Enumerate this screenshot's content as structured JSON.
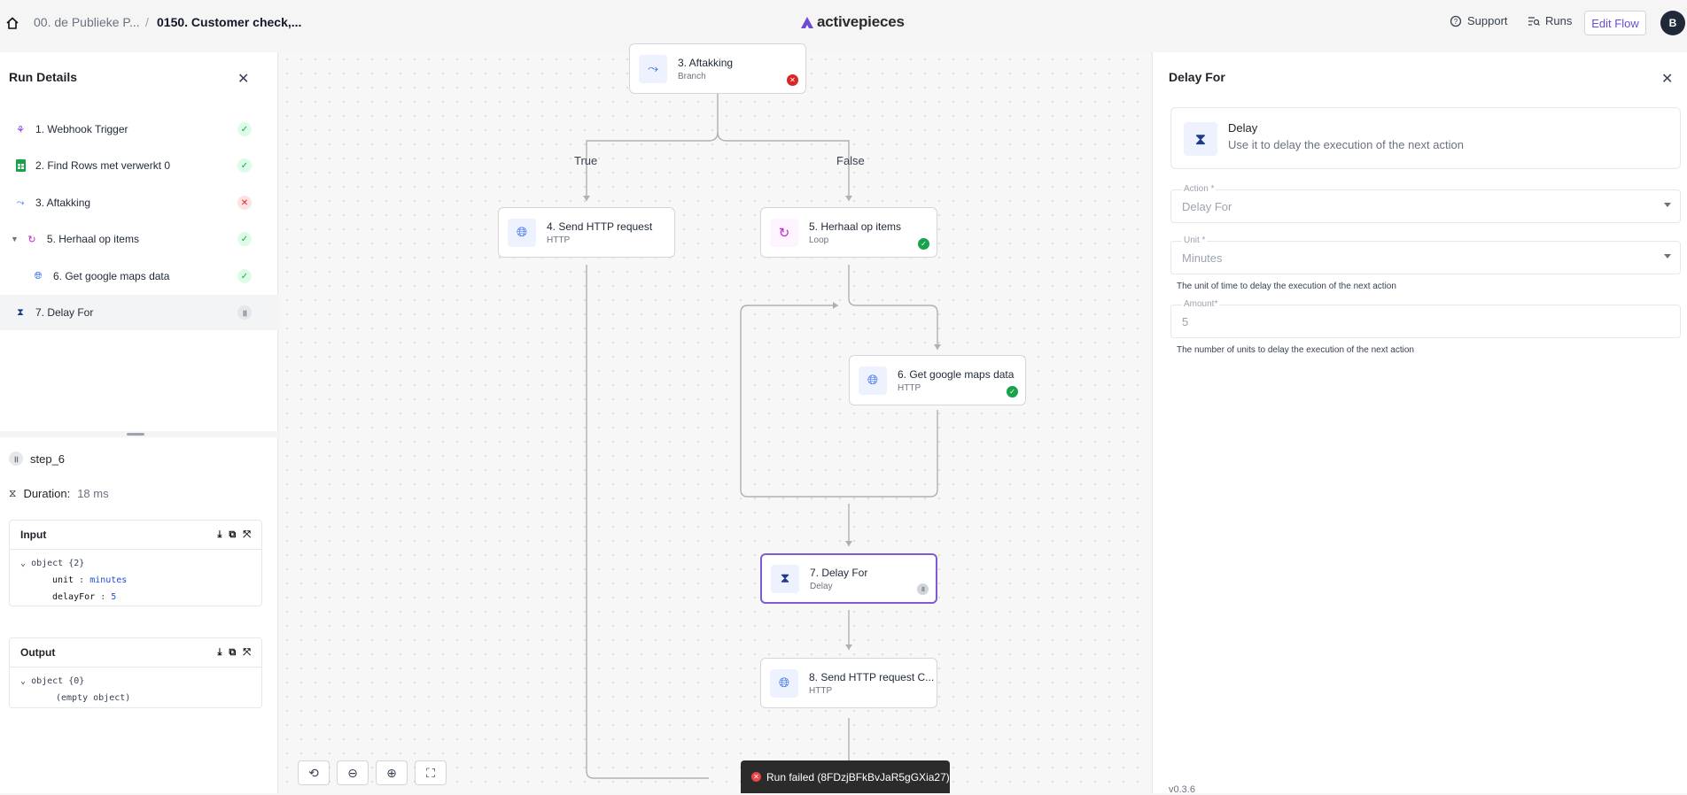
{
  "header": {
    "crumb1": "00. de Publieke P...",
    "separator": "/",
    "crumb2": "0150. Customer check,...",
    "logo": "activepieces",
    "support": "Support",
    "runs": "Runs",
    "edit_flow": "Edit Flow",
    "avatar": "B"
  },
  "run_details": {
    "title": "Run Details",
    "items": [
      {
        "label": "1. Webhook Trigger",
        "status": "success"
      },
      {
        "label": "2. Find Rows met verwerkt 0",
        "status": "success"
      },
      {
        "label": "3. Aftakking",
        "status": "failed"
      },
      {
        "label": "5. Herhaal op items",
        "status": "success"
      },
      {
        "label": "6. Get google maps data",
        "status": "success"
      },
      {
        "label": "7. Delay For",
        "status": "paused"
      }
    ],
    "step_name": "step_6",
    "duration_label": "Duration:",
    "duration_value": "18 ms",
    "input": {
      "title": "Input",
      "object_line": "object {2}",
      "unit_key": "unit",
      "unit_val": "minutes",
      "delay_key": "delayFor",
      "delay_val": "5",
      "colon": ":"
    },
    "output": {
      "title": "Output",
      "object_line": "object {0}",
      "empty": "(empty object)"
    }
  },
  "canvas": {
    "nodes": [
      {
        "title": "3. Aftakking",
        "sub": "Branch",
        "status": "failed"
      },
      {
        "title": "4. Send HTTP request",
        "sub": "HTTP",
        "status": "none"
      },
      {
        "title": "5. Herhaal op items",
        "sub": "Loop",
        "status": "success"
      },
      {
        "title": "6. Get google maps data",
        "sub": "HTTP",
        "status": "success"
      },
      {
        "title": "7. Delay For",
        "sub": "Delay",
        "status": "paused"
      },
      {
        "title": "8. Send HTTP request C...",
        "sub": "HTTP",
        "status": "none"
      }
    ],
    "label_true": "True",
    "label_false": "False",
    "toast": "Run failed (8FDzjBFkBvJaR5gGXia27)"
  },
  "step_panel": {
    "title": "Delay For",
    "piece_name": "Delay",
    "piece_desc": "Use it to delay the execution of the next action",
    "action_label": "Action *",
    "action_value": "Delay For",
    "unit_label": "Unit *",
    "unit_value": "Minutes",
    "unit_help": "The unit of time to delay the execution of the next action",
    "amount_label": "Amount*",
    "amount_value": "5",
    "amount_help": "The number of units to delay the execution of the next action",
    "version": "v0.3.6"
  },
  "colors": {
    "accent": "#7c5cd6",
    "success": "#16a34a",
    "error": "#dc2626"
  }
}
